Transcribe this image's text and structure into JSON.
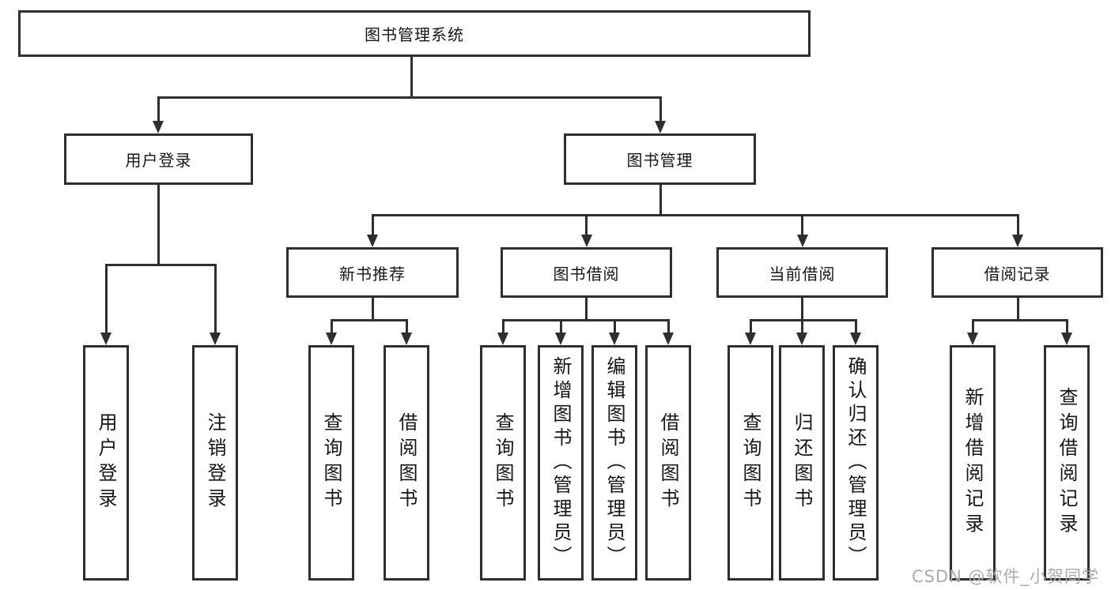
{
  "tree": {
    "root": "图书管理系统",
    "branches": [
      {
        "label": "用户登录",
        "children": [
          "用户登录",
          "注销登录"
        ]
      },
      {
        "label": "图书管理",
        "groups": [
          {
            "label": "新书推荐",
            "children": [
              "查询图书",
              "借阅图书"
            ]
          },
          {
            "label": "图书借阅",
            "children": [
              "查询图书",
              "新增图书（管理员）",
              "编辑图书（管理员）",
              "借阅图书"
            ]
          },
          {
            "label": "当前借阅",
            "children": [
              "查询图书",
              "归还图书",
              "确认归还（管理员）"
            ]
          },
          {
            "label": "借阅记录",
            "children": [
              "新增借阅记录",
              "查询借阅记录"
            ]
          }
        ]
      }
    ]
  },
  "watermark": "CSDN @软件_小贺同学",
  "colors": {
    "line": "#2f2f2f",
    "text": "#161616",
    "watermark": "#ababab",
    "background": "#ffffff"
  }
}
